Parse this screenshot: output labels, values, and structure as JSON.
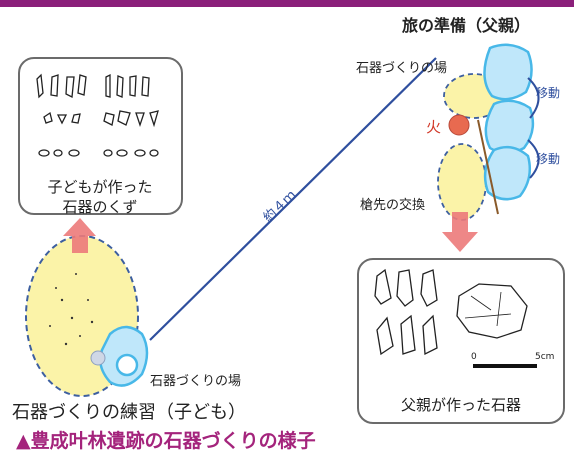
{
  "colors": {
    "accent": "#8b1f7a",
    "caption": "#a4247c",
    "zone_fill": "#fbf3a8",
    "zone_stroke": "#3d5fa0",
    "body_blue": "#48b8e8",
    "arrow_red": "#ec7a7a",
    "fire": "#e86a50"
  },
  "labels": {
    "title_parent": "旅の準備（父親）",
    "workshop_parent": "石器づくりの場",
    "move_1": "移動",
    "move_2": "移動",
    "fire": "火",
    "spear_swap": "槍先の交換",
    "distance": "約４ｍ",
    "workshop_child": "石器づくりの場",
    "child_practice": "石器づくりの練習（子ども）",
    "child_debris": "子どもが作った\n石器のくず",
    "parent_tools": "父親が作った石器",
    "scale_zero": "0",
    "scale_5cm": "5cm",
    "caption": "▲豊成叶林遺跡の石器づくりの様子"
  },
  "icons": [
    "arrow-down-icon",
    "arrow-up-icon",
    "curved-arrow-icon"
  ]
}
